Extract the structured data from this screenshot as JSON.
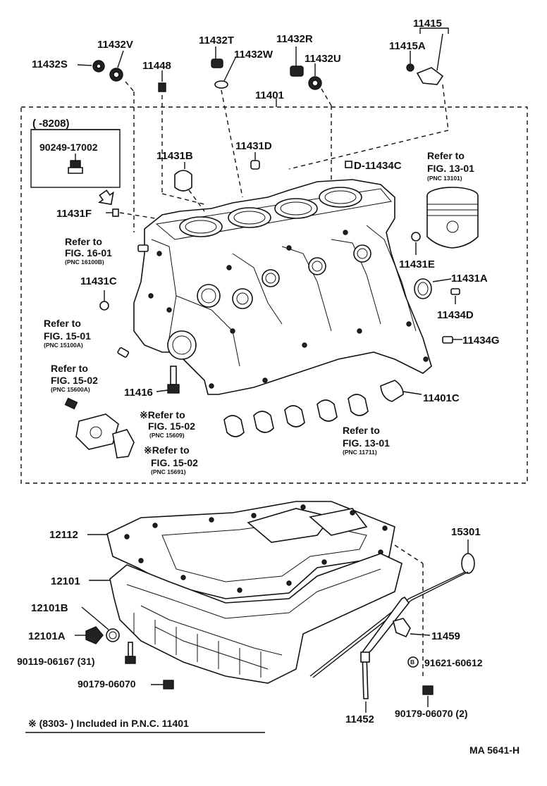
{
  "labels": {
    "p11432S": "11432S",
    "p11432V": "11432V",
    "p11448": "11448",
    "p11432T": "11432T",
    "p11432W": "11432W",
    "p11432R": "11432R",
    "p11432U": "11432U",
    "p11415": "11415",
    "p11415A": "11415A",
    "p11401": "11401",
    "p8208": "(    -8208)",
    "p90249": "90249-17002",
    "p11431B": "11431B",
    "p11431D": "11431D",
    "p11434C": "D-11434C",
    "p11431F": "11431F",
    "p11431C": "11431C",
    "p11431E": "11431E",
    "p11431A": "11431A",
    "p11434D": "11434D",
    "p11434G": "11434G",
    "p11416": "11416",
    "p11401C": "11401C",
    "p12112": "12112",
    "p12101": "12101",
    "p12101B": "12101B",
    "p12101A": "12101A",
    "p90119": "90119-06167 (31)",
    "p90179a": "90179-06070",
    "p15301": "15301",
    "p11459": "11459",
    "p91621": "91621-60612",
    "p11452": "11452",
    "p90179b": "90179-06070 (2)"
  },
  "refs": {
    "r1301_a": "Refer to",
    "r1301_b": "FIG. 13-01",
    "r1301_c": "(PNC 13101)",
    "r1601_a": "Refer to",
    "r1601_b": "FIG. 16-01",
    "r1601_c": "(PNC 16100B)",
    "r1501_a": "Refer to",
    "r1501_b": "FIG. 15-01",
    "r1501_c": "(PNC 15100A)",
    "r1502_a": "Refer to",
    "r1502_b": "FIG. 15-02",
    "r1502_c": "(PNC 15600A)",
    "r1502b_a": "※Refer to",
    "r1502b_b": "FIG. 15-02",
    "r1502b_c": "(PNC 15609)",
    "r1502c_a": "※Refer to",
    "r1502c_b": "FIG. 15-02",
    "r1502c_c": "(PNC 15691)",
    "r1301b_a": "Refer to",
    "r1301b_b": "FIG. 13-01",
    "r1301b_c": "(PNC 11711)"
  },
  "footnote": "※ (8303-        ) Included in P.N.C. 11401",
  "drawing_id": "MA 5641-H"
}
